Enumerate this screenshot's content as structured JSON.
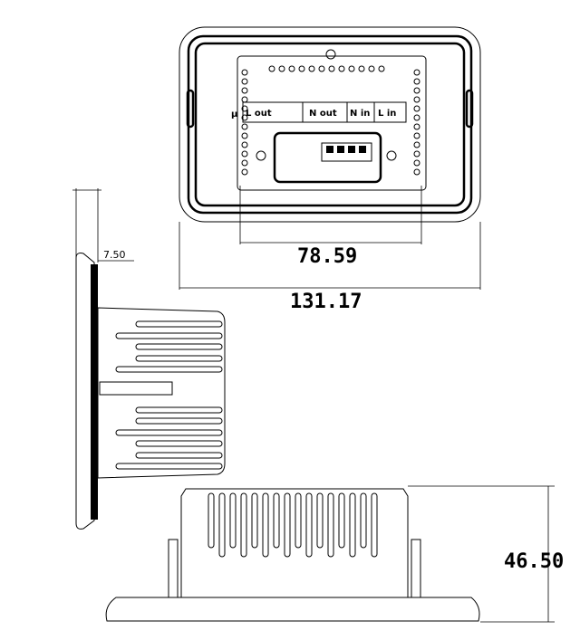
{
  "top_view": {
    "terminal_prefix": "μ",
    "terminals": [
      "L out",
      "N out",
      "N in",
      "L in"
    ],
    "dim_inner": "78.59",
    "dim_outer": "131.17"
  },
  "side_view": {
    "dim_plate": "7.50"
  },
  "bottom_view": {
    "dim_height": "46.50"
  }
}
